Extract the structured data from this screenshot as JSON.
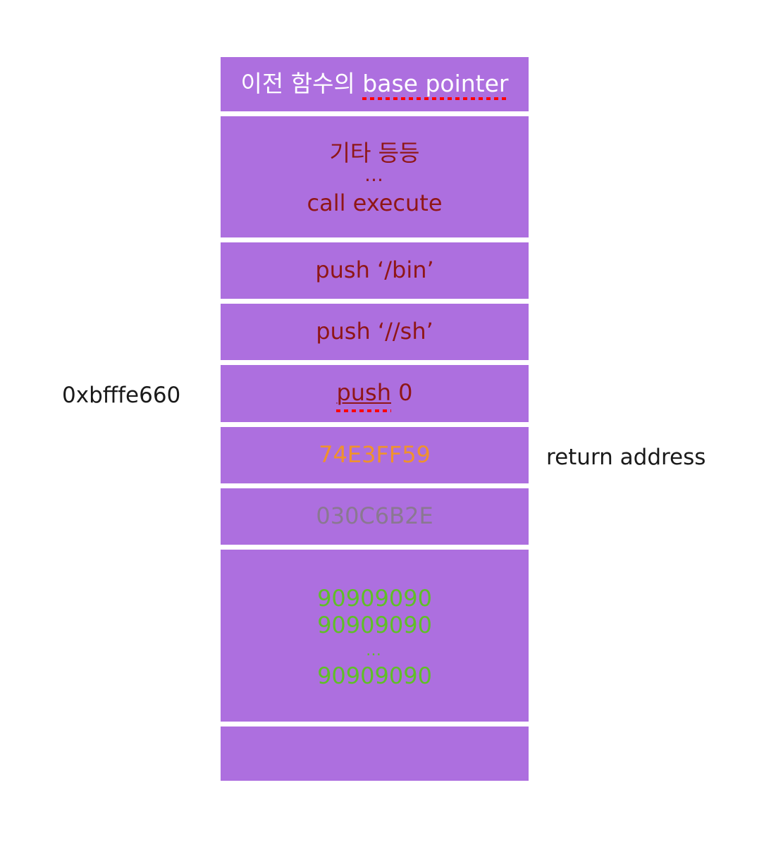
{
  "diagram": {
    "title": "stack-layout-diagram",
    "colors": {
      "cell_fill": "#ad6fdf",
      "white_text": "#ffffff",
      "dark_red_text": "#8f1616",
      "orange_text": "#f0922c",
      "gray_text": "#8a7891",
      "green_text": "#5fbf27",
      "spellcheck_underline": "#ff0000",
      "label_text": "#1a1a1a",
      "background": "#ffffff"
    }
  },
  "stack": {
    "cells": [
      {
        "id": "saved-base-pointer",
        "lines": [
          {
            "text": "이전 함수의 ",
            "style": "white"
          }
        ],
        "spell_text": "base pointer",
        "text_style": "white"
      },
      {
        "id": "misc-and-call",
        "lines": [
          {
            "text": "기타 등등",
            "style": "dark-red"
          },
          {
            "text": "…",
            "style": "dark-red-ellipsis"
          },
          {
            "text": "call execute",
            "style": "dark-red"
          }
        ]
      },
      {
        "id": "push-bin",
        "lines": [
          {
            "text": "push ‘/bin’",
            "style": "dark-red"
          }
        ]
      },
      {
        "id": "push-sh",
        "lines": [
          {
            "text": "push ‘//sh’",
            "style": "dark-red"
          }
        ]
      },
      {
        "id": "push-zero",
        "spell_text": "push",
        "trailing_text": " 0",
        "text_style": "dark-red"
      },
      {
        "id": "return-address-value",
        "lines": [
          {
            "text": "74E3FF59",
            "style": "orange"
          }
        ]
      },
      {
        "id": "shellcode-bytes",
        "lines": [
          {
            "text": "030C6B2E",
            "style": "gray"
          }
        ]
      },
      {
        "id": "nop-sled",
        "lines": [
          {
            "text": "90909090",
            "style": "green"
          },
          {
            "text": "90909090",
            "style": "green"
          },
          {
            "text": "…",
            "style": "green-ellipsis"
          },
          {
            "text": "90909090",
            "style": "green"
          }
        ]
      },
      {
        "id": "empty-cell",
        "lines": []
      }
    ],
    "cell_0": {
      "prefix": "이전 함수의 ",
      "spell": "base pointer"
    },
    "cell_1": {
      "line1": "기타 등등",
      "line2": "…",
      "line3": "call execute"
    },
    "cell_2": {
      "text": "push ‘/bin’"
    },
    "cell_3": {
      "text": "push ‘//sh’"
    },
    "cell_4": {
      "spell": "push",
      "rest": " 0"
    },
    "cell_5": {
      "text": "74E3FF59"
    },
    "cell_6": {
      "text": "030C6B2E"
    },
    "cell_7": {
      "line1": "90909090",
      "line2": "90909090",
      "line3": "…",
      "line4": "90909090"
    },
    "cell_8": {
      "text": ""
    }
  },
  "annotations": {
    "stack_address": "0xbfffe660",
    "return_address_label": "return address"
  }
}
